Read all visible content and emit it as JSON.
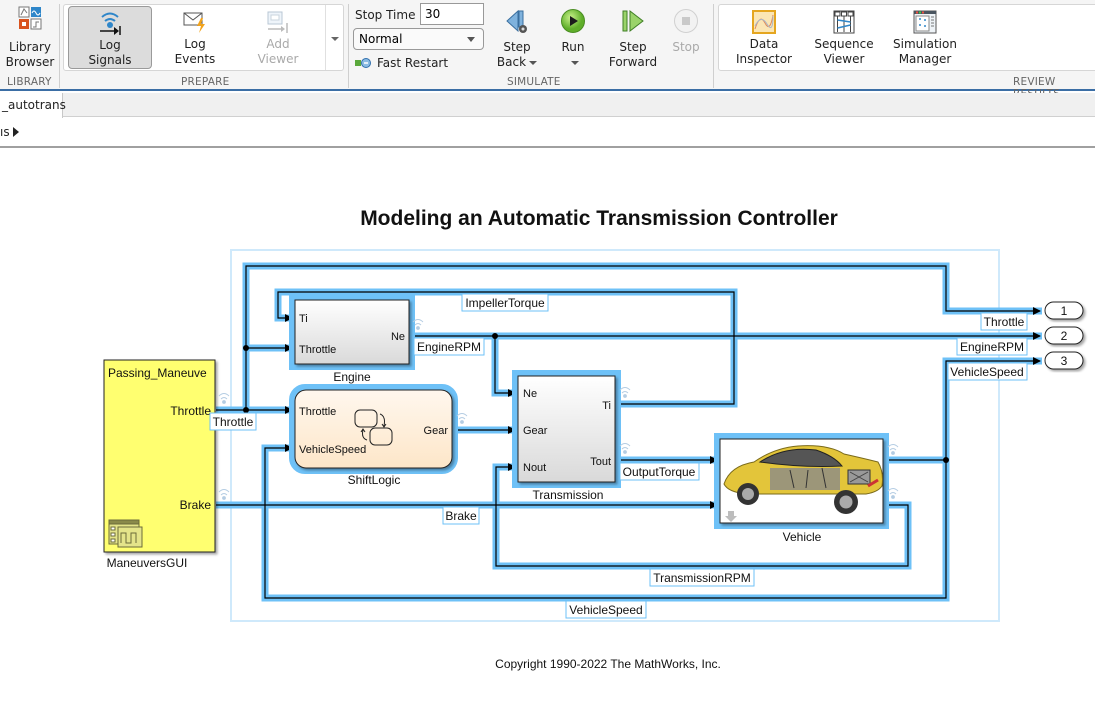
{
  "ribbon": {
    "library": {
      "section_label": "LIBRARY",
      "library_browser": {
        "line1": "Library",
        "line2": "Browser",
        "icon": "library-browser-icon"
      }
    },
    "prepare": {
      "section_label": "PREPARE",
      "log_signals": {
        "line1": "Log",
        "line2": "Signals",
        "icon": "log-signals-icon",
        "active": true
      },
      "log_events": {
        "line1": "Log",
        "line2": "Events",
        "icon": "log-events-icon"
      },
      "add_viewer": {
        "line1": "Add",
        "line2": "Viewer",
        "icon": "add-viewer-icon",
        "disabled": true
      }
    },
    "simulate": {
      "section_label": "SIMULATE",
      "stop_time_label": "Stop Time",
      "stop_time_value": "30",
      "mode_value": "Normal",
      "fast_restart_label": "Fast Restart",
      "step_back": {
        "line1": "Step",
        "line2": "Back"
      },
      "run": {
        "line1": "Run"
      },
      "step_forward": {
        "line1": "Step",
        "line2": "Forward"
      },
      "stop": {
        "line1": "Stop",
        "disabled": true
      }
    },
    "review": {
      "section_label": "REVIEW RESULTS",
      "data_inspector": {
        "line1": "Data",
        "line2": "Inspector"
      },
      "sequence_viewer": {
        "line1": "Sequence",
        "line2": "Viewer"
      },
      "simulation_manager": {
        "line1": "Simulation",
        "line2": "Manager"
      }
    }
  },
  "tabs": {
    "model_tab": "_autotrans"
  },
  "breadcrumb": {
    "text": "ıs"
  },
  "diagram": {
    "title": "Modeling an Automatic Transmission Controller",
    "copyright": "Copyright 1990-2022 The MathWorks, Inc.",
    "blocks": {
      "maneuvers_gui": {
        "name": "ManeuversGUI",
        "inner_title": "Passing_Maneuve",
        "ports_out": [
          "Throttle",
          "Brake"
        ]
      },
      "engine": {
        "name": "Engine",
        "ports_in": [
          "Ti",
          "Throttle"
        ],
        "ports_out": [
          "Ne"
        ]
      },
      "shift_logic": {
        "name": "ShiftLogic",
        "ports_in": [
          "Throttle",
          "VehicleSpeed"
        ],
        "ports_out": [
          "Gear"
        ]
      },
      "transmission": {
        "name": "Transmission",
        "ports_in": [
          "Ne",
          "Gear",
          "Nout"
        ],
        "ports_out": [
          "Ti",
          "Tout"
        ]
      },
      "vehicle": {
        "name": "Vehicle"
      }
    },
    "outports": [
      "1",
      "2",
      "3"
    ],
    "signal_labels": {
      "throttle_src": "Throttle",
      "impeller_torque": "ImpellerTorque",
      "engine_rpm": "EngineRPM",
      "output_torque": "OutputTorque",
      "brake": "Brake",
      "transmission_rpm": "TransmissionRPM",
      "vehicle_speed_bottom": "VehicleSpeed",
      "out_throttle": "Throttle",
      "out_engine_rpm": "EngineRPM",
      "out_vehicle_speed": "VehicleSpeed"
    },
    "colors": {
      "highlight": "#6ec1f7",
      "maneuvers_fill": "#ffff70",
      "shift_logic_fill": "#fdefdc",
      "area_border": "#cfe9fb"
    }
  }
}
